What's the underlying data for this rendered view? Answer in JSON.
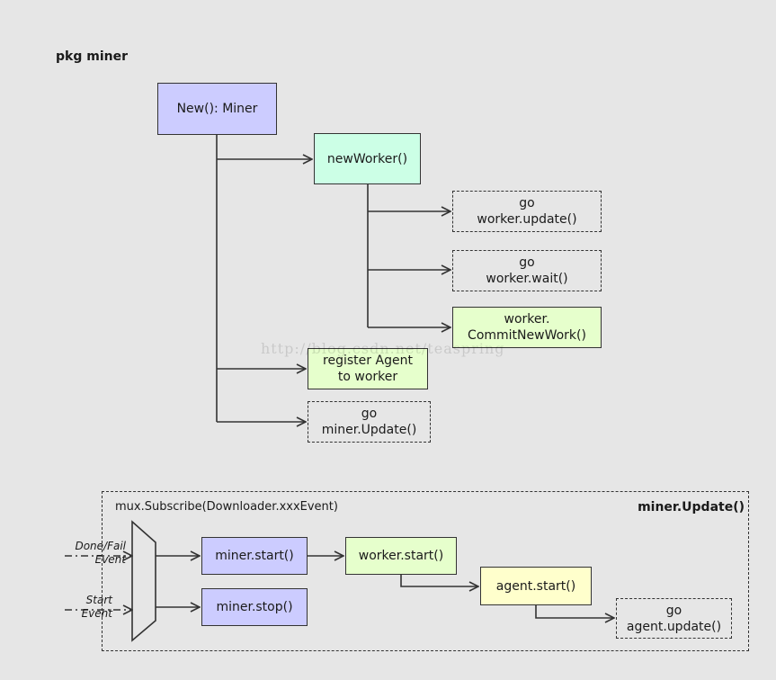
{
  "title": "pkg miner",
  "nodes": {
    "new_miner": "New(): Miner",
    "new_worker": "newWorker()",
    "worker_update": "go\nworker.update()",
    "worker_wait": "go\nworker.wait()",
    "commit_new_work": "worker.\nCommitNewWork()",
    "register_agent": "register Agent\nto worker",
    "miner_update_go": "go\nminer.Update()"
  },
  "panel": {
    "title": "miner.Update()",
    "subscribe_label": "mux.Subscribe(Downloader.xxxEvent)",
    "events": {
      "done_fail": "Done/Fail\nEvent",
      "start": "Start\nEvent"
    },
    "nodes": {
      "miner_start": "miner.start()",
      "miner_stop": "miner.stop()",
      "worker_start": "worker.start()",
      "agent_start": "agent.start()",
      "agent_update": "go\nagent.update()"
    }
  },
  "watermark": "http://blog.csdn.net/teaspring",
  "colors": {
    "purple": "#ccccff",
    "mint": "#ccffe6",
    "lime": "#e6ffcc",
    "yellow": "#ffffcc",
    "line": "#333333",
    "background": "#e6e6e6"
  }
}
